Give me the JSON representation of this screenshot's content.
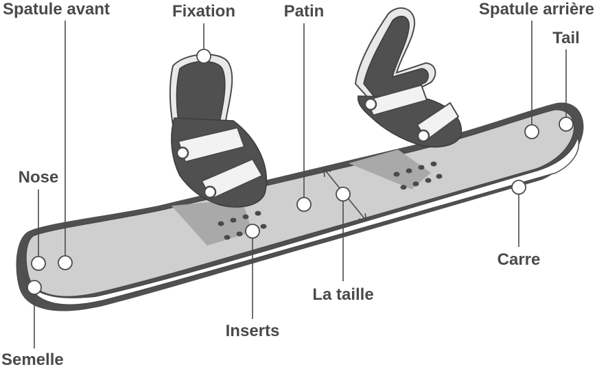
{
  "labels": {
    "spatule_avant": "Spatule avant",
    "fixation": "Fixation",
    "patin": "Patin",
    "spatule_arriere": "Spatule arrière",
    "tail": "Tail",
    "nose": "Nose",
    "carre": "Carre",
    "la_taille": "La taille",
    "inserts": "Inserts",
    "semelle": "Semelle"
  },
  "colors": {
    "text": "#4a4a4a",
    "board_dark": "#505050",
    "board_light": "#cfcfcf",
    "background": "#ffffff"
  }
}
